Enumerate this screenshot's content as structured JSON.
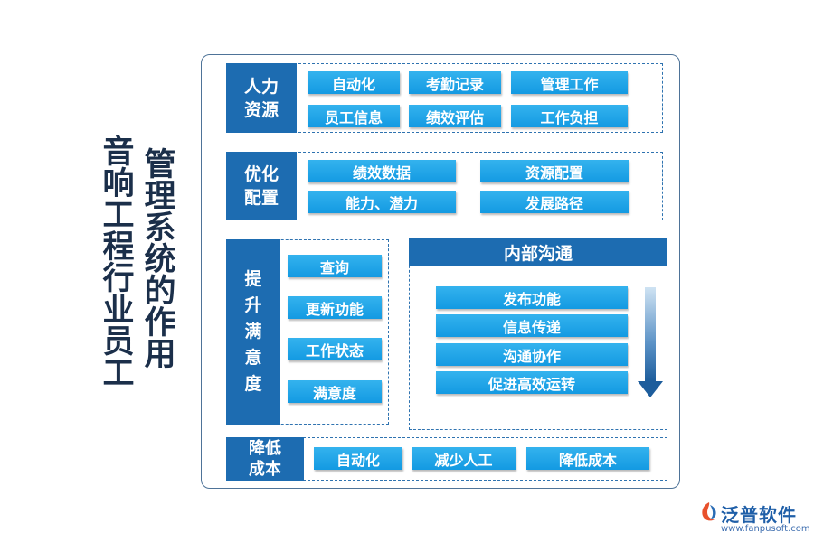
{
  "title": {
    "line1": "音响工程行业员工",
    "line2": "管理系统的作用"
  },
  "sections": {
    "hr": {
      "label": "人力资源",
      "items": [
        "自动化",
        "考勤记录",
        "管理工作",
        "员工信息",
        "绩效评估",
        "工作负担"
      ]
    },
    "opt": {
      "label": "优化配置",
      "items": [
        "绩效数据",
        "资源配置",
        "能力、潜力",
        "发展路径"
      ]
    },
    "sat": {
      "label": "提升满意度",
      "items": [
        "查询",
        "更新功能",
        "工作状态",
        "满意度"
      ]
    },
    "comm": {
      "label": "内部沟通",
      "items": [
        "发布功能",
        "信息传递",
        "沟通协作",
        "促进高效运转"
      ]
    },
    "cost": {
      "label": "降低成本",
      "items": [
        "自动化",
        "减少人工",
        "降低成本"
      ]
    }
  },
  "brand": {
    "name": "泛普软件",
    "url": "www.fanpusoft.com"
  },
  "colors": {
    "label_bg": "#1d6cb1",
    "chip": "#22a6e8",
    "border": "#2f73b0",
    "title": "#1b2f4a"
  }
}
